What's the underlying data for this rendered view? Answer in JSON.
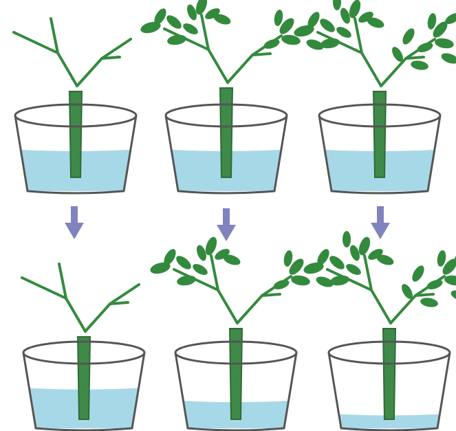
{
  "colors": {
    "background": "#ffffff",
    "stem": "#3f8a48",
    "stem_outline": "#2f6b37",
    "leaf": "#338a3d",
    "water": "#a7d8e8",
    "beaker_outline": "#555555",
    "arrow": "#8183bf"
  },
  "panels": [
    {
      "id": "top-left",
      "foliage": "none",
      "water_level_fraction": 0.62
    },
    {
      "id": "top-middle",
      "foliage": "medium",
      "water_level_fraction": 0.62
    },
    {
      "id": "top-right",
      "foliage": "dense",
      "water_level_fraction": 0.62
    },
    {
      "id": "bottom-left",
      "foliage": "none",
      "water_level_fraction": 0.6
    },
    {
      "id": "bottom-middle",
      "foliage": "medium",
      "water_level_fraction": 0.38
    },
    {
      "id": "bottom-right",
      "foliage": "dense",
      "water_level_fraction": 0.15
    }
  ],
  "arrows": [
    {
      "icon": "down-arrow-icon"
    },
    {
      "icon": "down-arrow-icon"
    },
    {
      "icon": "down-arrow-icon"
    }
  ]
}
